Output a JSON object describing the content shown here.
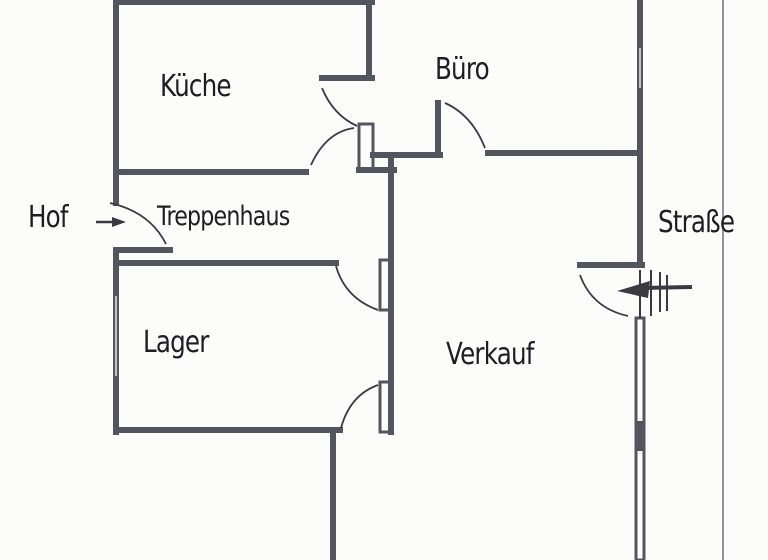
{
  "plan": {
    "type": "hand-drawn floor plan",
    "colors": {
      "wall": "#55555f",
      "ink": "#1e1e22",
      "paper": "#fcfcfb"
    },
    "rooms": [
      {
        "id": "kueche",
        "label": "Küche"
      },
      {
        "id": "buero",
        "label": "Büro"
      },
      {
        "id": "treppenhaus",
        "label": "Treppenhaus"
      },
      {
        "id": "lager",
        "label": "Lager"
      },
      {
        "id": "verkauf",
        "label": "Verkauf"
      }
    ],
    "outside": [
      {
        "id": "hof",
        "label": "Hof"
      },
      {
        "id": "strasse",
        "label": "Straße"
      }
    ],
    "entrances": [
      {
        "id": "hof-entrance",
        "icon": "arrow-right-icon"
      },
      {
        "id": "street-entrance",
        "icon": "arrow-left-icon"
      }
    ]
  }
}
